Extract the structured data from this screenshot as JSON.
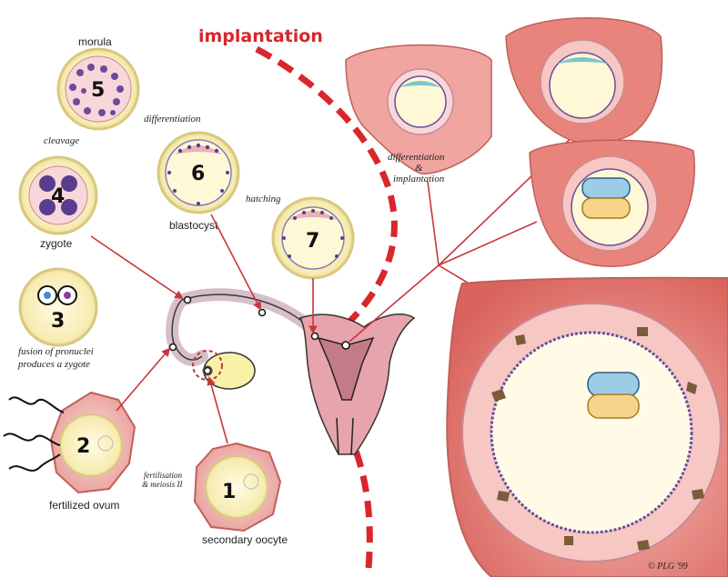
{
  "title": "implantation",
  "stages": [
    {
      "num": "1",
      "label": "secondary oocyte"
    },
    {
      "num": "2",
      "label": "fertilized ovum"
    },
    {
      "num": "3",
      "label_line1": "fusion of pronuclei",
      "label_line2": "produces a zygote"
    },
    {
      "num": "4",
      "label": "zygote"
    },
    {
      "num": "5",
      "label": "morula"
    },
    {
      "num": "6",
      "label": "blastocyst"
    },
    {
      "num": "7",
      "label": ""
    }
  ],
  "process_labels": {
    "cleavage": "cleavage",
    "differentiation": "differentiation",
    "hatching": "hatching",
    "fertilisation_line1": "fertilisation",
    "fertilisation_line2": "& meiosis II",
    "diff_impl_line1": "differentiation",
    "diff_impl_line2": "&",
    "diff_impl_line3": "implantation"
  },
  "credit": "© PLG '99",
  "colors": {
    "accent_red": "#d8262b",
    "uterine_pink": "#f2b3ad",
    "cell_yellow": "#f6efb9",
    "nucleus_purple": "#5a3d8f",
    "line_red": "#c9363a"
  }
}
